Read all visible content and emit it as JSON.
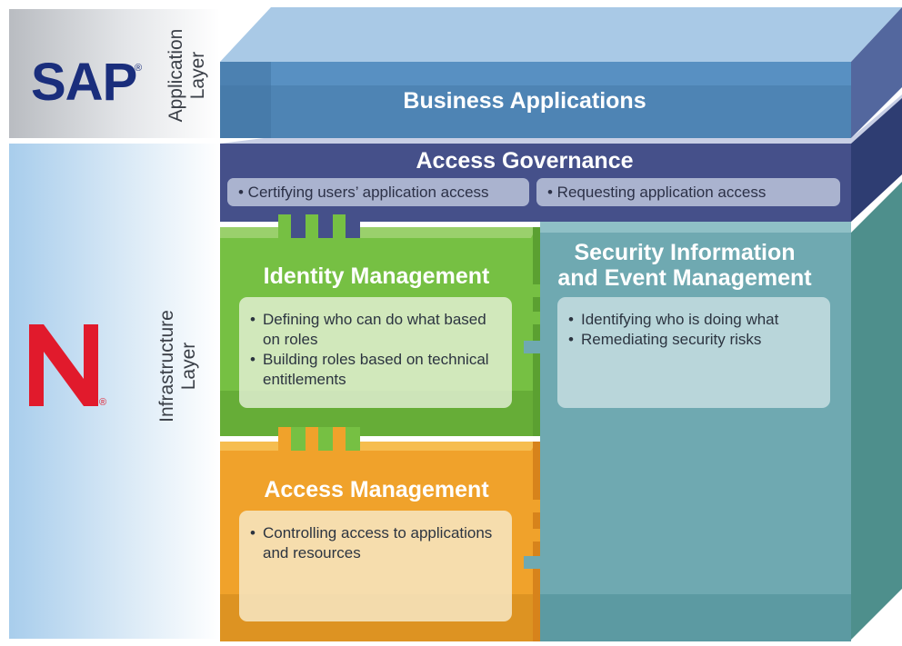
{
  "layers": {
    "application": "Application\nLayer",
    "infrastructure": "Infrastructure\nLayer"
  },
  "logos": {
    "sap": "SAP",
    "sap_reg": "®",
    "novell": "N",
    "novell_reg": "®"
  },
  "business_applications": {
    "title": "Business Applications"
  },
  "access_governance": {
    "title": "Access Governance",
    "items": [
      "• Certifying users’ application access",
      "• Requesting application access"
    ]
  },
  "identity_management": {
    "title": "Identity Management",
    "items": [
      "Defining who can do what based on roles",
      "Building roles based on technical entitlements"
    ]
  },
  "siem": {
    "title_line1": "Security Information",
    "title_line2": "and Event Management",
    "items": [
      "Identifying who is doing what",
      "Remediating security risks"
    ]
  },
  "access_management": {
    "title": "Access Management",
    "items": [
      "Controlling access to applications and resources"
    ]
  },
  "colors": {
    "sap_blue": "#1a2e7c",
    "novell_red": "#e11a2c",
    "business_blue": "#4e84b4",
    "governance_navy": "#45508a",
    "identity_green": "#76c043",
    "siem_teal": "#6fa9b1",
    "access_orange": "#f0a22b"
  }
}
